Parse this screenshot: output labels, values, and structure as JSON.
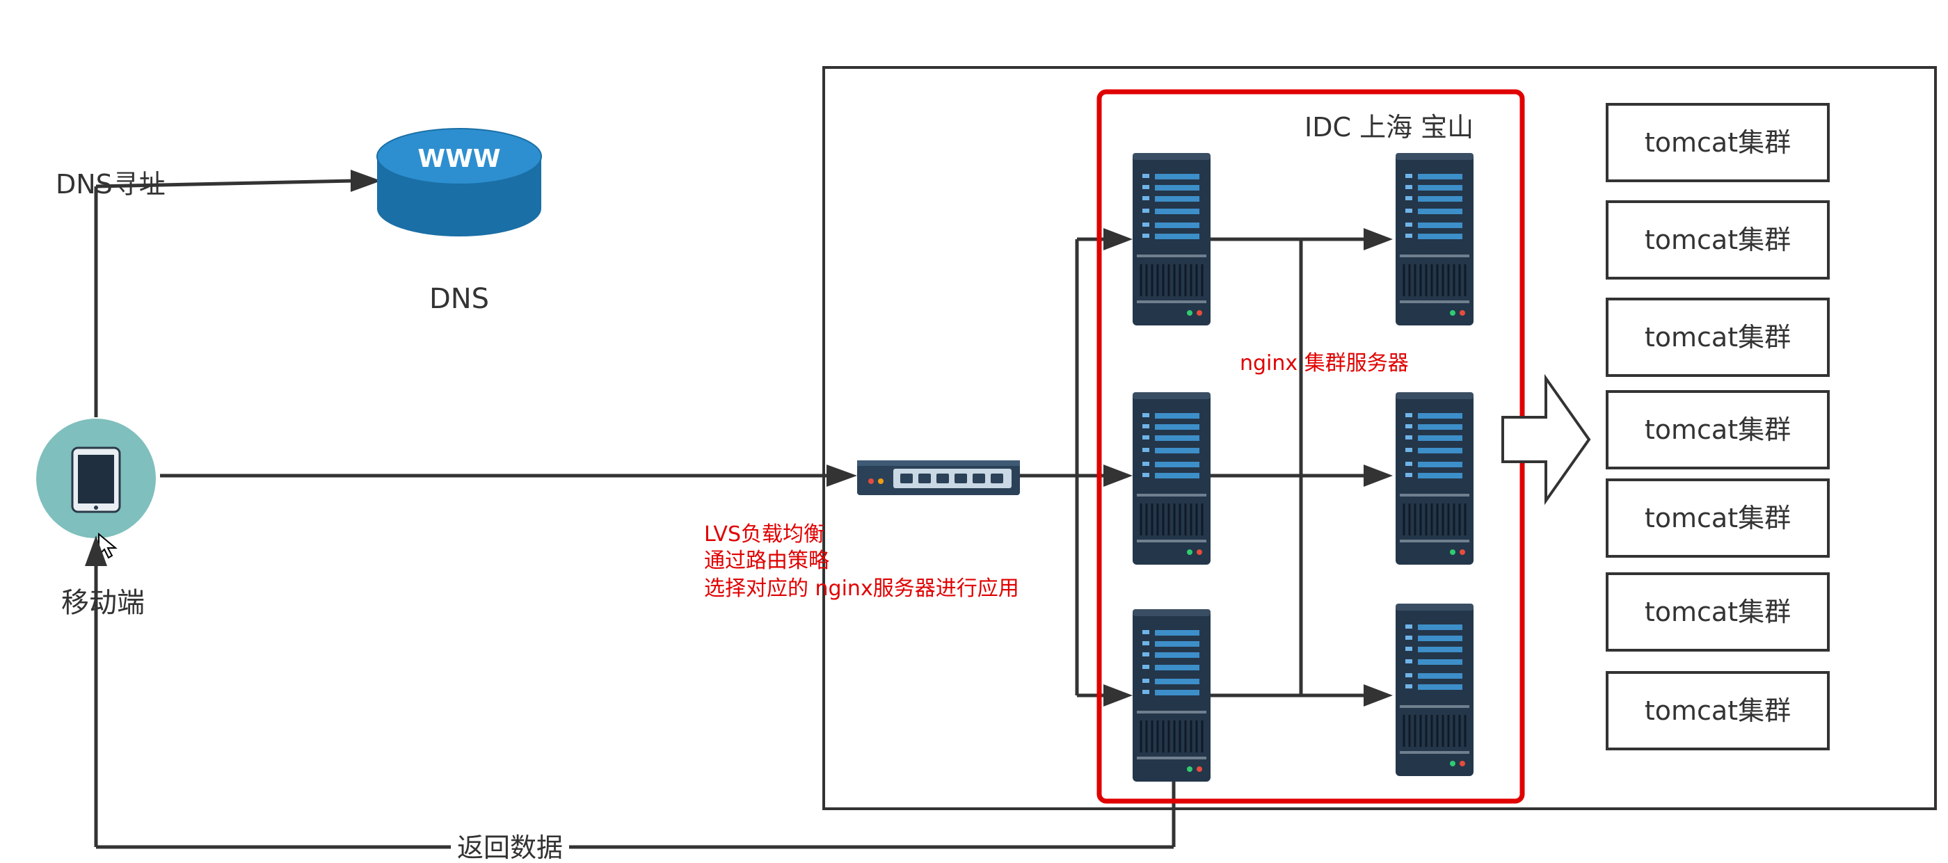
{
  "labels": {
    "dns_lookup": "DNS寻址",
    "www": "WWW",
    "dns": "DNS",
    "mobile": "移动端",
    "return_data": "返回数据",
    "idc": "IDC 上海 宝山",
    "nginx_cluster": "nginx 集群服务器",
    "lvs_line1": "LVS负载均衡",
    "lvs_line2": "通过路由策略",
    "lvs_line3": "选择对应的 nginx服务器进行应用"
  },
  "tomcat_clusters": [
    "tomcat集群",
    "tomcat集群",
    "tomcat集群",
    "tomcat集群",
    "tomcat集群",
    "tomcat集群",
    "tomcat集群"
  ],
  "colors": {
    "line": "#333333",
    "highlight": "#e00000",
    "dns_disk": "#1a6fa6",
    "mobile_circle": "#7fbfbd",
    "server_body": "#24364a",
    "server_panel": "#3d8fc9"
  },
  "icons": [
    "www-disk-icon",
    "tablet-icon",
    "switch-icon",
    "server-icon",
    "hollow-arrow-icon",
    "cursor-icon"
  ]
}
